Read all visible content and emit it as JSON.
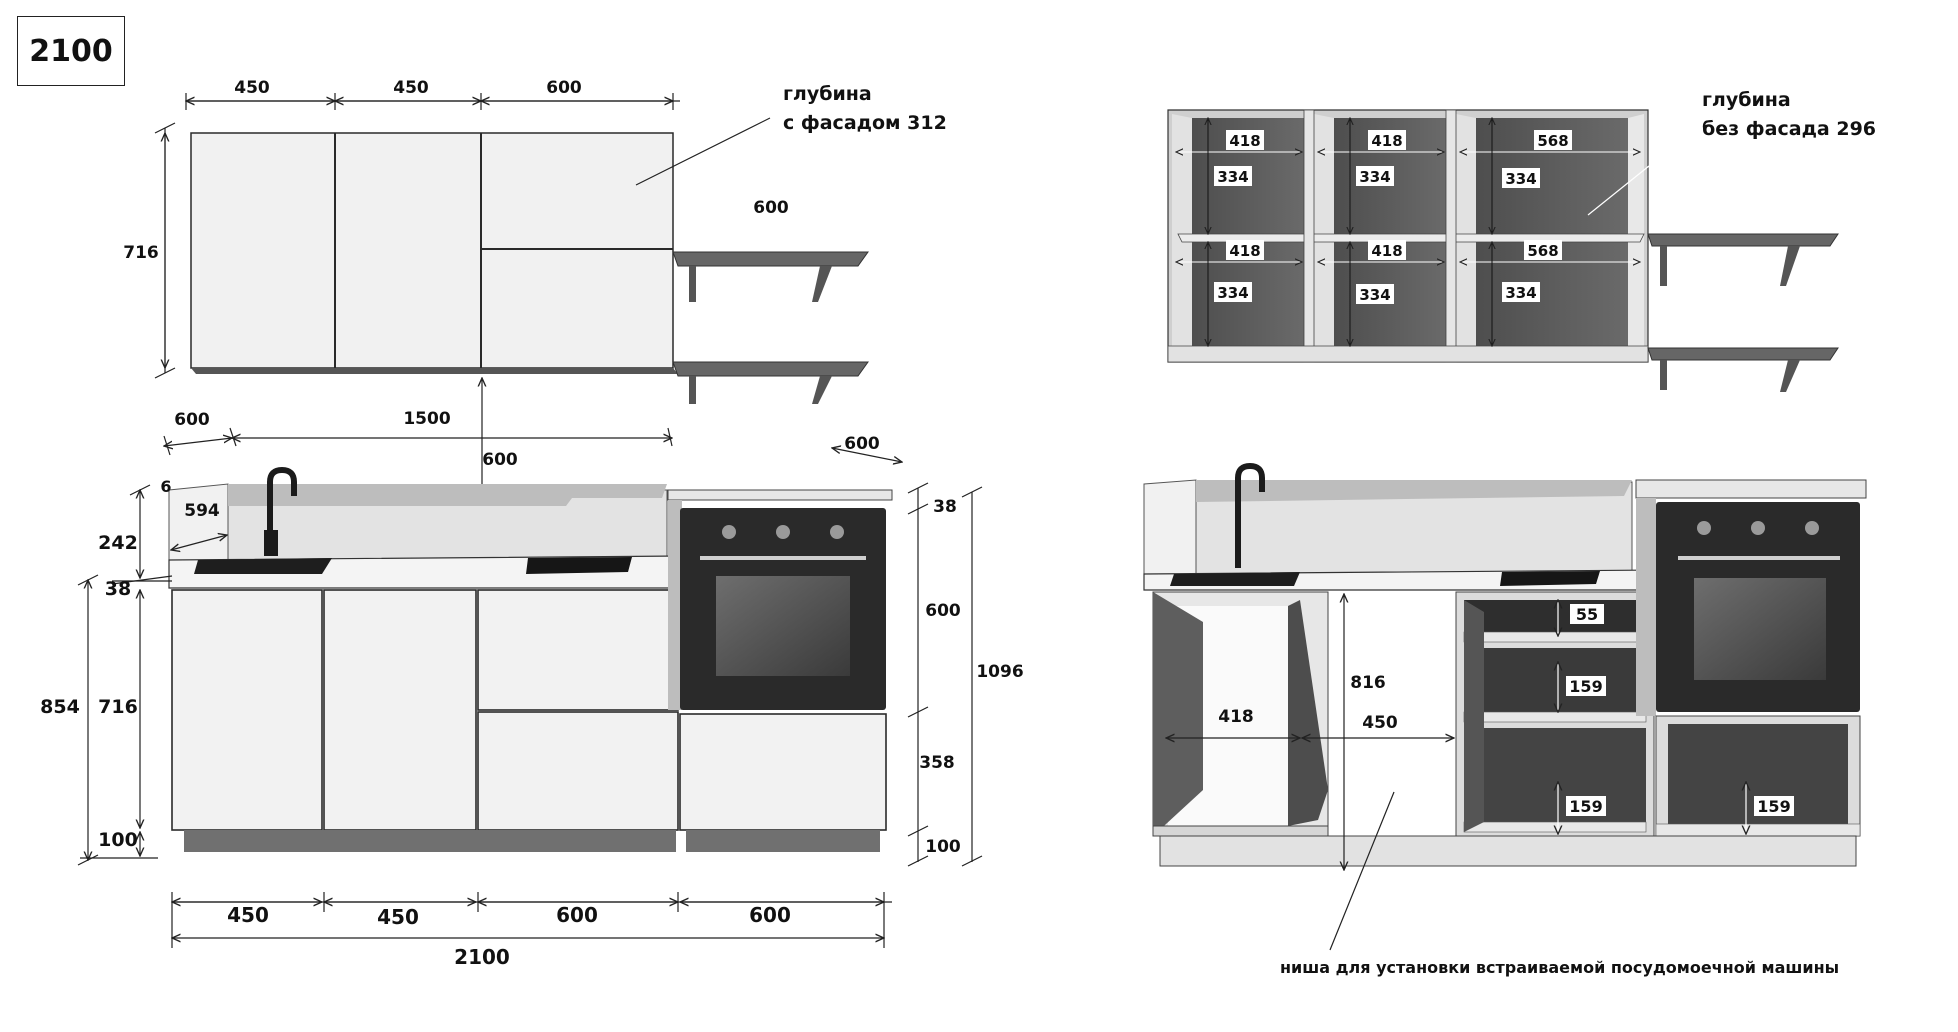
{
  "title": "2100",
  "upper_front": {
    "widths": [
      "450",
      "450",
      "600"
    ],
    "height": "716",
    "depth_note_line1": "глубина",
    "depth_note_line2": "с фасадом 312",
    "shelf_width": "600",
    "gap_label": "600",
    "left_offset": "600",
    "span_label": "1500"
  },
  "upper_open": {
    "depth_note_line1": "глубина",
    "depth_note_line2": "без фасада 296",
    "cells": [
      {
        "w": "418",
        "h": "334"
      },
      {
        "w": "418",
        "h": "334"
      },
      {
        "w": "568",
        "h": "334"
      },
      {
        "w": "418",
        "h": "334"
      },
      {
        "w": "418",
        "h": "334"
      },
      {
        "w": "568",
        "h": "334"
      }
    ]
  },
  "lower_front": {
    "backsplash_thickness": "6",
    "backsplash_depth": "594",
    "backsplash_height": "242",
    "countertop_thickness": "38",
    "total_height": "854",
    "facade_height": "716",
    "plinth_height": "100",
    "tall_depth": "600",
    "tall_top": "38",
    "oven_height": "600",
    "drawer_height": "358",
    "tall_plinth": "100",
    "tall_total": "1096",
    "widths": [
      "450",
      "450",
      "600",
      "600"
    ],
    "total_width": "2100"
  },
  "lower_open": {
    "sink_cabinet_width": "418",
    "niche_width": "450",
    "niche_height": "816",
    "drawer_heights": [
      "55",
      "159",
      "159"
    ],
    "oven_drawer_height": "159",
    "niche_note": "ниша для установки встраиваемой посудомоечной машины"
  },
  "colors": {
    "line": "#222222",
    "interior": "#5b5b5b",
    "side_panel": "#d2d2d2",
    "front": "#f2f2f2",
    "oven": "#2a2a2a"
  }
}
